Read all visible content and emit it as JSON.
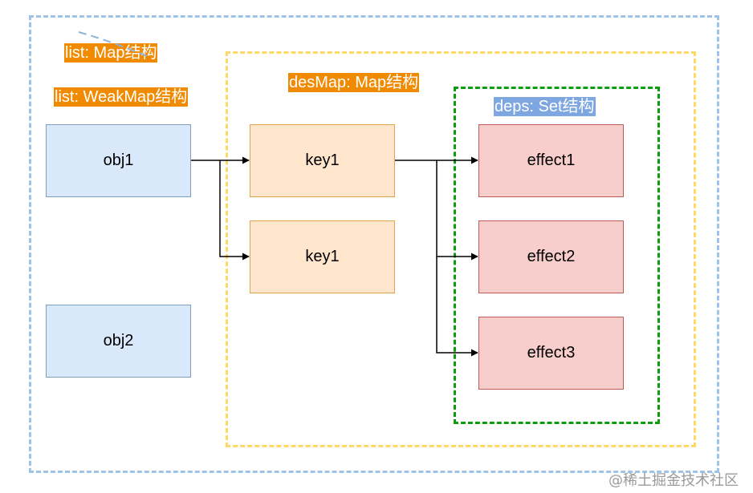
{
  "labels": {
    "list_map": "list: Map结构",
    "list_weakmap": "list: WeakMap结构",
    "desmap": "desMap: Map结构",
    "deps": "deps: Set结构"
  },
  "nodes": {
    "obj1": "obj1",
    "obj2": "obj2",
    "key1_top": "key1",
    "key1_bottom": "key1",
    "effect1": "effect1",
    "effect2": "effect2",
    "effect3": "effect3"
  },
  "colors": {
    "outer_border": "#9ec3e6",
    "desmap_border": "#ffd966",
    "deps_border": "#0c9d0c",
    "label_orange": "#f08a00",
    "label_blue": "#7ea6e0"
  },
  "watermark": "@稀土掘金技术社区"
}
